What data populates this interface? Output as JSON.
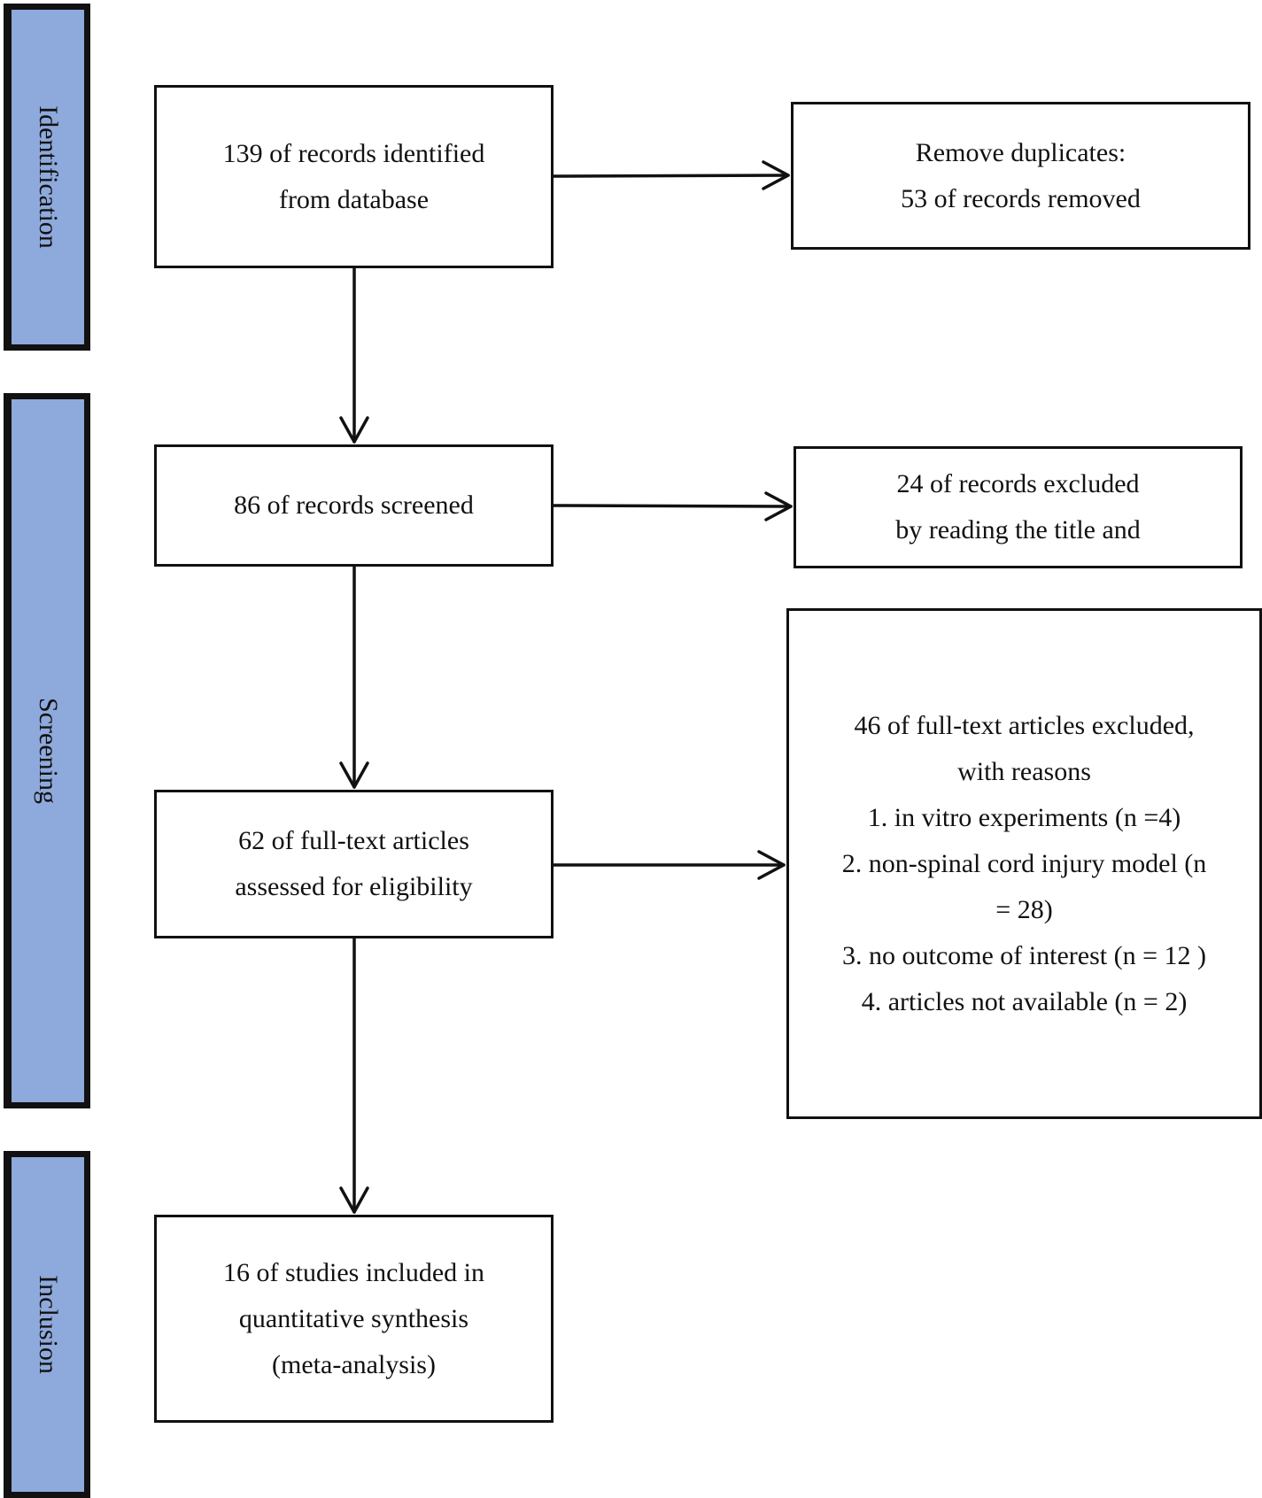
{
  "phases": {
    "identification": "Identification",
    "screening": "Screening",
    "inclusion": "Inclusion"
  },
  "boxes": {
    "identified": [
      "139 of records identified",
      "from database"
    ],
    "duplicates": [
      "Remove duplicates:",
      "53 of records removed"
    ],
    "screened": [
      "86 of records screened"
    ],
    "excluded_title": [
      "24 of records excluded",
      "by reading the title and"
    ],
    "assessed": [
      "62 of full-text articles",
      "assessed for eligibility"
    ],
    "excluded_fulltext": [
      "46 of full-text articles excluded,",
      "with reasons",
      "1. in vitro experiments (n =4)",
      "2. non-spinal cord injury model (n",
      "= 28)",
      "3. no outcome of interest (n = 12 )",
      "4. articles not available (n = 2)"
    ],
    "included": [
      "16 of studies included in",
      "quantitative synthesis",
      "(meta-analysis)"
    ]
  },
  "colors": {
    "phase_fill": "#8ea9db",
    "stroke": "#111111"
  }
}
